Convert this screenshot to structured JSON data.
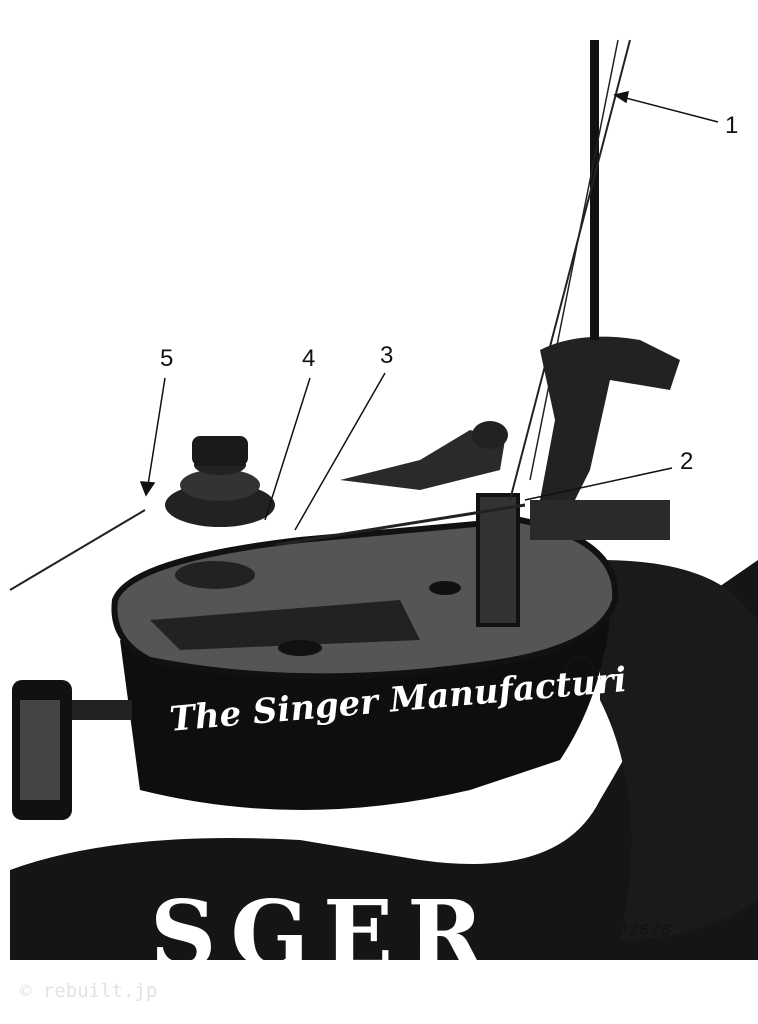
{
  "callouts": [
    "1",
    "2",
    "3",
    "4",
    "5"
  ],
  "brand_text": "The Singer Manufacturi",
  "base_lettering": "SGER",
  "figure_ref": "EJ2676",
  "watermark": "© rebuilt.jp",
  "colors": {
    "ink": "#111111",
    "paper": "#ffffff",
    "watermark": "#e2e2e2"
  }
}
